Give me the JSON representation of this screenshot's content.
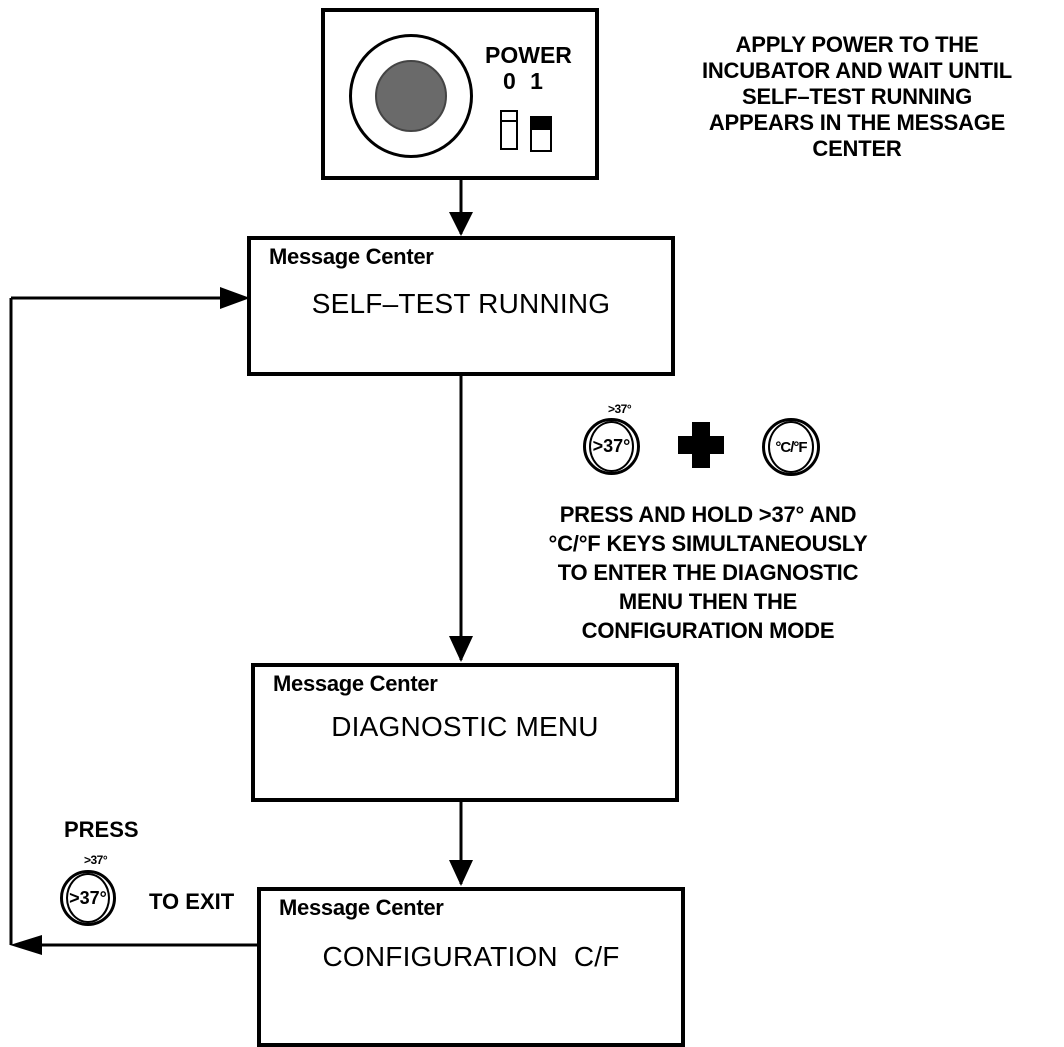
{
  "power_panel": {
    "label": "POWER",
    "switch_states": "0 1"
  },
  "instruction_apply_power": [
    "APPLY POWER TO THE",
    "INCUBATOR AND WAIT UNTIL",
    "SELF–TEST RUNNING",
    "APPEARS IN THE MESSAGE",
    "CENTER"
  ],
  "box_selftest": {
    "title": "Message Center",
    "message": "SELF–TEST RUNNING"
  },
  "keys": {
    "gt37_label": ">37°",
    "gt37_caption": ">37°",
    "cf_label": "°C/°F",
    "plus_symbol": "+"
  },
  "instruction_press_hold": [
    "PRESS AND HOLD >37° AND",
    "°C/°F KEYS SIMULTANEOUSLY",
    "TO ENTER THE DIAGNOSTIC",
    "MENU THEN THE",
    "CONFIGURATION MODE"
  ],
  "box_diagnostic": {
    "title": "Message Center",
    "message": "DIAGNOSTIC MENU"
  },
  "exit_instruction": {
    "press": "PRESS",
    "key_caption": ">37°",
    "key_label": ">37°",
    "to_exit": "TO EXIT"
  },
  "box_configuration": {
    "title": "Message Center",
    "message": "CONFIGURATION  C/F"
  },
  "colors": {
    "ink": "#000000",
    "paper": "#ffffff",
    "lamp": "#666666"
  }
}
